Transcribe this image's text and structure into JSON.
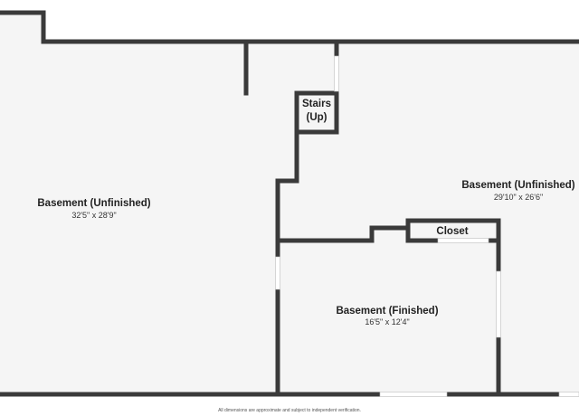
{
  "colors": {
    "wall": "#3a3a3a",
    "floor": "#f5f5f5",
    "window": "#ffffff",
    "background": "#ffffff"
  },
  "rooms": {
    "basement_left": {
      "name": "Basement (Unfinished)",
      "dimensions": "32'5\" x 28'9\""
    },
    "stairs": {
      "line1": "Stairs",
      "line2": "(Up)"
    },
    "basement_right": {
      "name": "Basement (Unfinished)",
      "dimensions": "29'10\" x 26'6\""
    },
    "closet": {
      "name": "Closet"
    },
    "basement_finished": {
      "name": "Basement (Finished)",
      "dimensions": "16'5\" x 12'4\""
    }
  },
  "footer": {
    "note": "All dimensions are approximate and subject to independent verification."
  }
}
